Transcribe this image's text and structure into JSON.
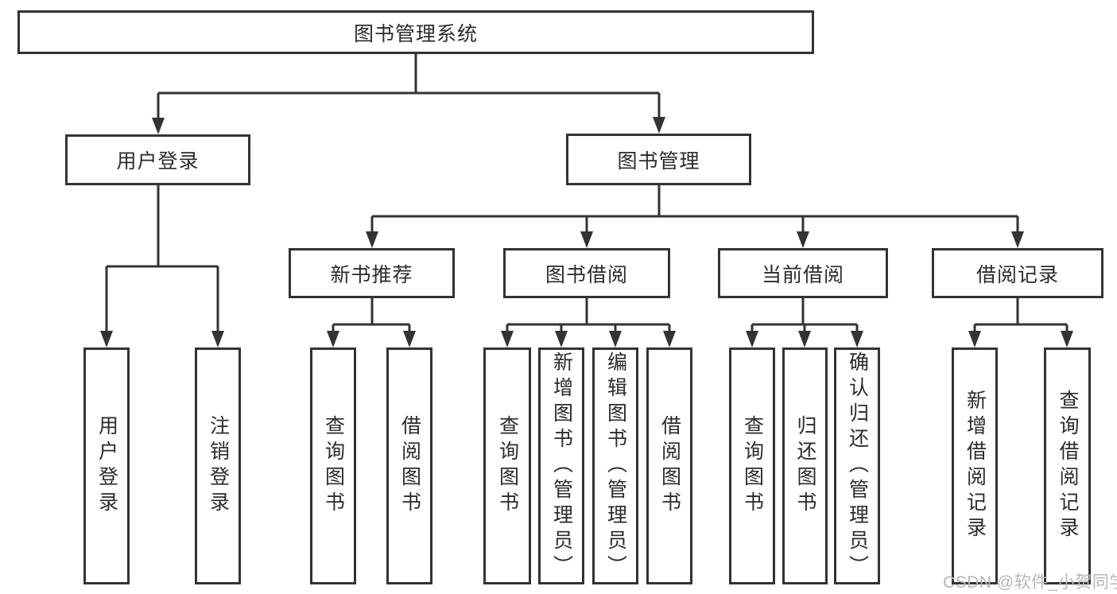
{
  "tree": {
    "root": {
      "label": "图书管理系统"
    },
    "branches": [
      {
        "label": "用户登录",
        "children": [
          {
            "label": "用户登录"
          },
          {
            "label": "注销登录"
          }
        ]
      },
      {
        "label": "图书管理",
        "children": [
          {
            "label": "新书推荐",
            "children": [
              {
                "label": "查询图书"
              },
              {
                "label": "借阅图书"
              }
            ]
          },
          {
            "label": "图书借阅",
            "children": [
              {
                "label": "查询图书"
              },
              {
                "label": "新增图书（管理员）"
              },
              {
                "label": "编辑图书（管理员）"
              },
              {
                "label": "借阅图书"
              }
            ]
          },
          {
            "label": "当前借阅",
            "children": [
              {
                "label": "查询图书"
              },
              {
                "label": "归还图书"
              },
              {
                "label": "确认归还（管理员）"
              }
            ]
          },
          {
            "label": "借阅记录",
            "children": [
              {
                "label": "新增借阅记录"
              },
              {
                "label": "查询借阅记录"
              }
            ]
          }
        ]
      }
    ]
  },
  "watermark": {
    "text": "CSDN @软件_小贺同学"
  },
  "colors": {
    "line": "#333333",
    "text": "#2b2b2b",
    "background": "#ffffff",
    "watermark": "#b7b7b7"
  }
}
